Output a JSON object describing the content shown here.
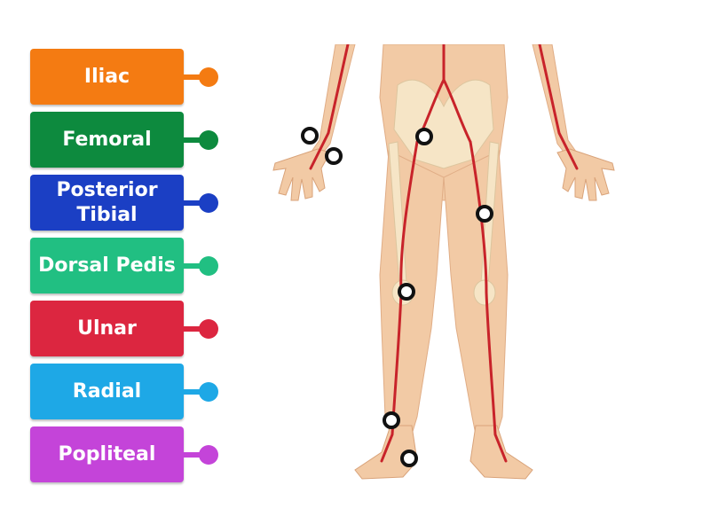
{
  "labels": [
    {
      "text": "Iliac",
      "color": "#f47b12"
    },
    {
      "text": "Femoral",
      "color": "#0d8a3e"
    },
    {
      "text": "Posterior Tibial",
      "color": "#1b3fc4"
    },
    {
      "text": "Dorsal Pedis",
      "color": "#21bf82"
    },
    {
      "text": "Ulnar",
      "color": "#dc2640"
    },
    {
      "text": "Radial",
      "color": "#1ea8e6"
    },
    {
      "text": "Popliteal",
      "color": "#c444d9"
    }
  ],
  "colors": {
    "skin": "#f2caa5",
    "bone": "#f6e5c6",
    "artery": "#c8232a",
    "marker_border": "#111111"
  }
}
